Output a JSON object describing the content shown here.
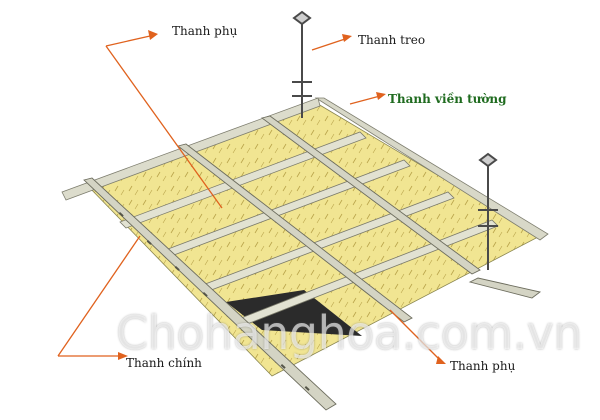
{
  "labels": {
    "thanh_phu_top": "Thanh phụ",
    "thanh_treo": "Thanh treo",
    "thanh_vien_tuong": "Thanh viền tường",
    "thanh_chinh": "Thanh chính",
    "thanh_phu_bottom": "Thanh phụ"
  },
  "watermark": "Chohanghoa.com.vn",
  "colors": {
    "panel": "#f1e592",
    "rail": "#d8d8c8",
    "arrow": "#e0621e",
    "green_label": "#1f6b1f"
  },
  "icons": [
    "arrowhead-icon",
    "hanger-rod-icon"
  ]
}
